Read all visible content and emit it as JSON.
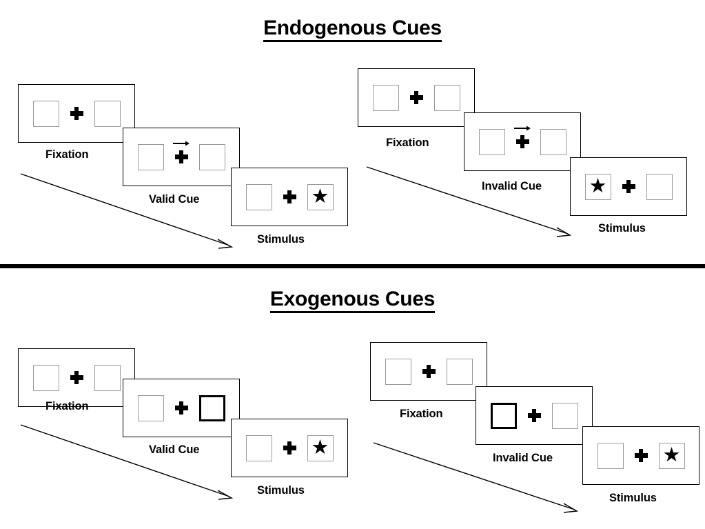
{
  "sections": [
    {
      "id": "endogenous",
      "title": "Endogenous Cues",
      "columns": [
        {
          "id": "endogenous-valid",
          "frames": [
            {
              "stage": "Fixation",
              "caption": "Fixation",
              "left_content": "empty",
              "right_content": "empty",
              "cue": "none",
              "cued_side": "none"
            },
            {
              "stage": "Cue",
              "caption": "Valid Cue",
              "left_content": "empty",
              "right_content": "empty",
              "cue": "arrow-right",
              "cued_side": "right"
            },
            {
              "stage": "Stimulus",
              "caption": "Stimulus",
              "left_content": "empty",
              "right_content": "star",
              "cue": "none",
              "cued_side": "none"
            }
          ]
        },
        {
          "id": "endogenous-invalid",
          "frames": [
            {
              "stage": "Fixation",
              "caption": "Fixation",
              "left_content": "empty",
              "right_content": "empty",
              "cue": "none",
              "cued_side": "none"
            },
            {
              "stage": "Cue",
              "caption": "Invalid Cue",
              "left_content": "empty",
              "right_content": "empty",
              "cue": "arrow-right",
              "cued_side": "right"
            },
            {
              "stage": "Stimulus",
              "caption": "Stimulus",
              "left_content": "star",
              "right_content": "empty",
              "cue": "none",
              "cued_side": "none"
            }
          ]
        }
      ]
    },
    {
      "id": "exogenous",
      "title": "Exogenous Cues",
      "columns": [
        {
          "id": "exogenous-valid",
          "frames": [
            {
              "stage": "Fixation",
              "caption": "Fixation",
              "left_content": "empty",
              "right_content": "empty",
              "cue": "none",
              "cued_side": "none"
            },
            {
              "stage": "Cue",
              "caption": "Valid Cue",
              "left_content": "empty",
              "right_content": "empty",
              "cue": "box-highlight",
              "cued_side": "right"
            },
            {
              "stage": "Stimulus",
              "caption": "Stimulus",
              "left_content": "empty",
              "right_content": "star",
              "cue": "none",
              "cued_side": "none"
            }
          ]
        },
        {
          "id": "exogenous-invalid",
          "frames": [
            {
              "stage": "Fixation",
              "caption": "Fixation",
              "left_content": "empty",
              "right_content": "empty",
              "cue": "none",
              "cued_side": "none"
            },
            {
              "stage": "Cue",
              "caption": "Invalid Cue",
              "left_content": "empty",
              "right_content": "empty",
              "cue": "box-highlight",
              "cued_side": "left"
            },
            {
              "stage": "Stimulus",
              "caption": "Stimulus",
              "left_content": "empty",
              "right_content": "star",
              "cue": "none",
              "cued_side": "none"
            }
          ]
        }
      ]
    }
  ],
  "glyphs": {
    "star": "★",
    "fixation_cross": "plus-cross",
    "cue_arrow": "arrow-right-icon"
  },
  "colors": {
    "ink": "#000000",
    "box_outline": "#9a9a9a",
    "frame_outline": "#000000",
    "background": "#ffffff"
  }
}
